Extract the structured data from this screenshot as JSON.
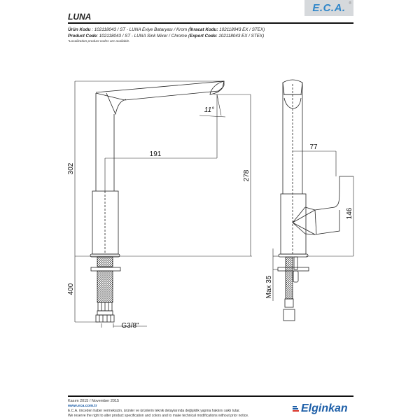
{
  "header": {
    "logo": "E.C.A.",
    "logo_reg": "®",
    "logo_bg": "#d6d9dc",
    "logo_color": "#2f86c9",
    "title": "LUNA"
  },
  "info": {
    "tr_label": "Ürün Kodu",
    "tr_value": "   : 102118043 / ST - LUNA Eviye Bataryası / Krom (",
    "tr_export_label": "İhracat Kodu:",
    "tr_export_value": " 102118043 EX / STEX)",
    "en_label": "Product Code",
    "en_value": ": 102118043 / ST - LUNA Sink Mixer / Chrome (",
    "en_export_label": "Export Code:",
    "en_export_value": " 102118043 EX / STEX)",
    "note": "*Localization product codes are available."
  },
  "dimensions": {
    "total_height": "302",
    "spout_height": "278",
    "spout_reach": "191",
    "spout_angle": "11°",
    "hose_length": "400",
    "thread": "G3/8\"",
    "handle_offset": "77",
    "handle_height": "146",
    "max_counter": "Max 35"
  },
  "footer": {
    "date": "Kasım 2015 / November 2015",
    "website": "www.eca.com.tr",
    "disclaimer_tr": "E.C.A. önceden haber vermeksizin, ürünler ve ürünlerin teknik detaylarında değişiklik yapma hakkını saklı tutar.",
    "disclaimer_en": "We reserve the right to alter product specification and colors and to make technical modifications without prior notice.",
    "brand": "Elginkan",
    "brand_color": "#1e5fa8"
  }
}
